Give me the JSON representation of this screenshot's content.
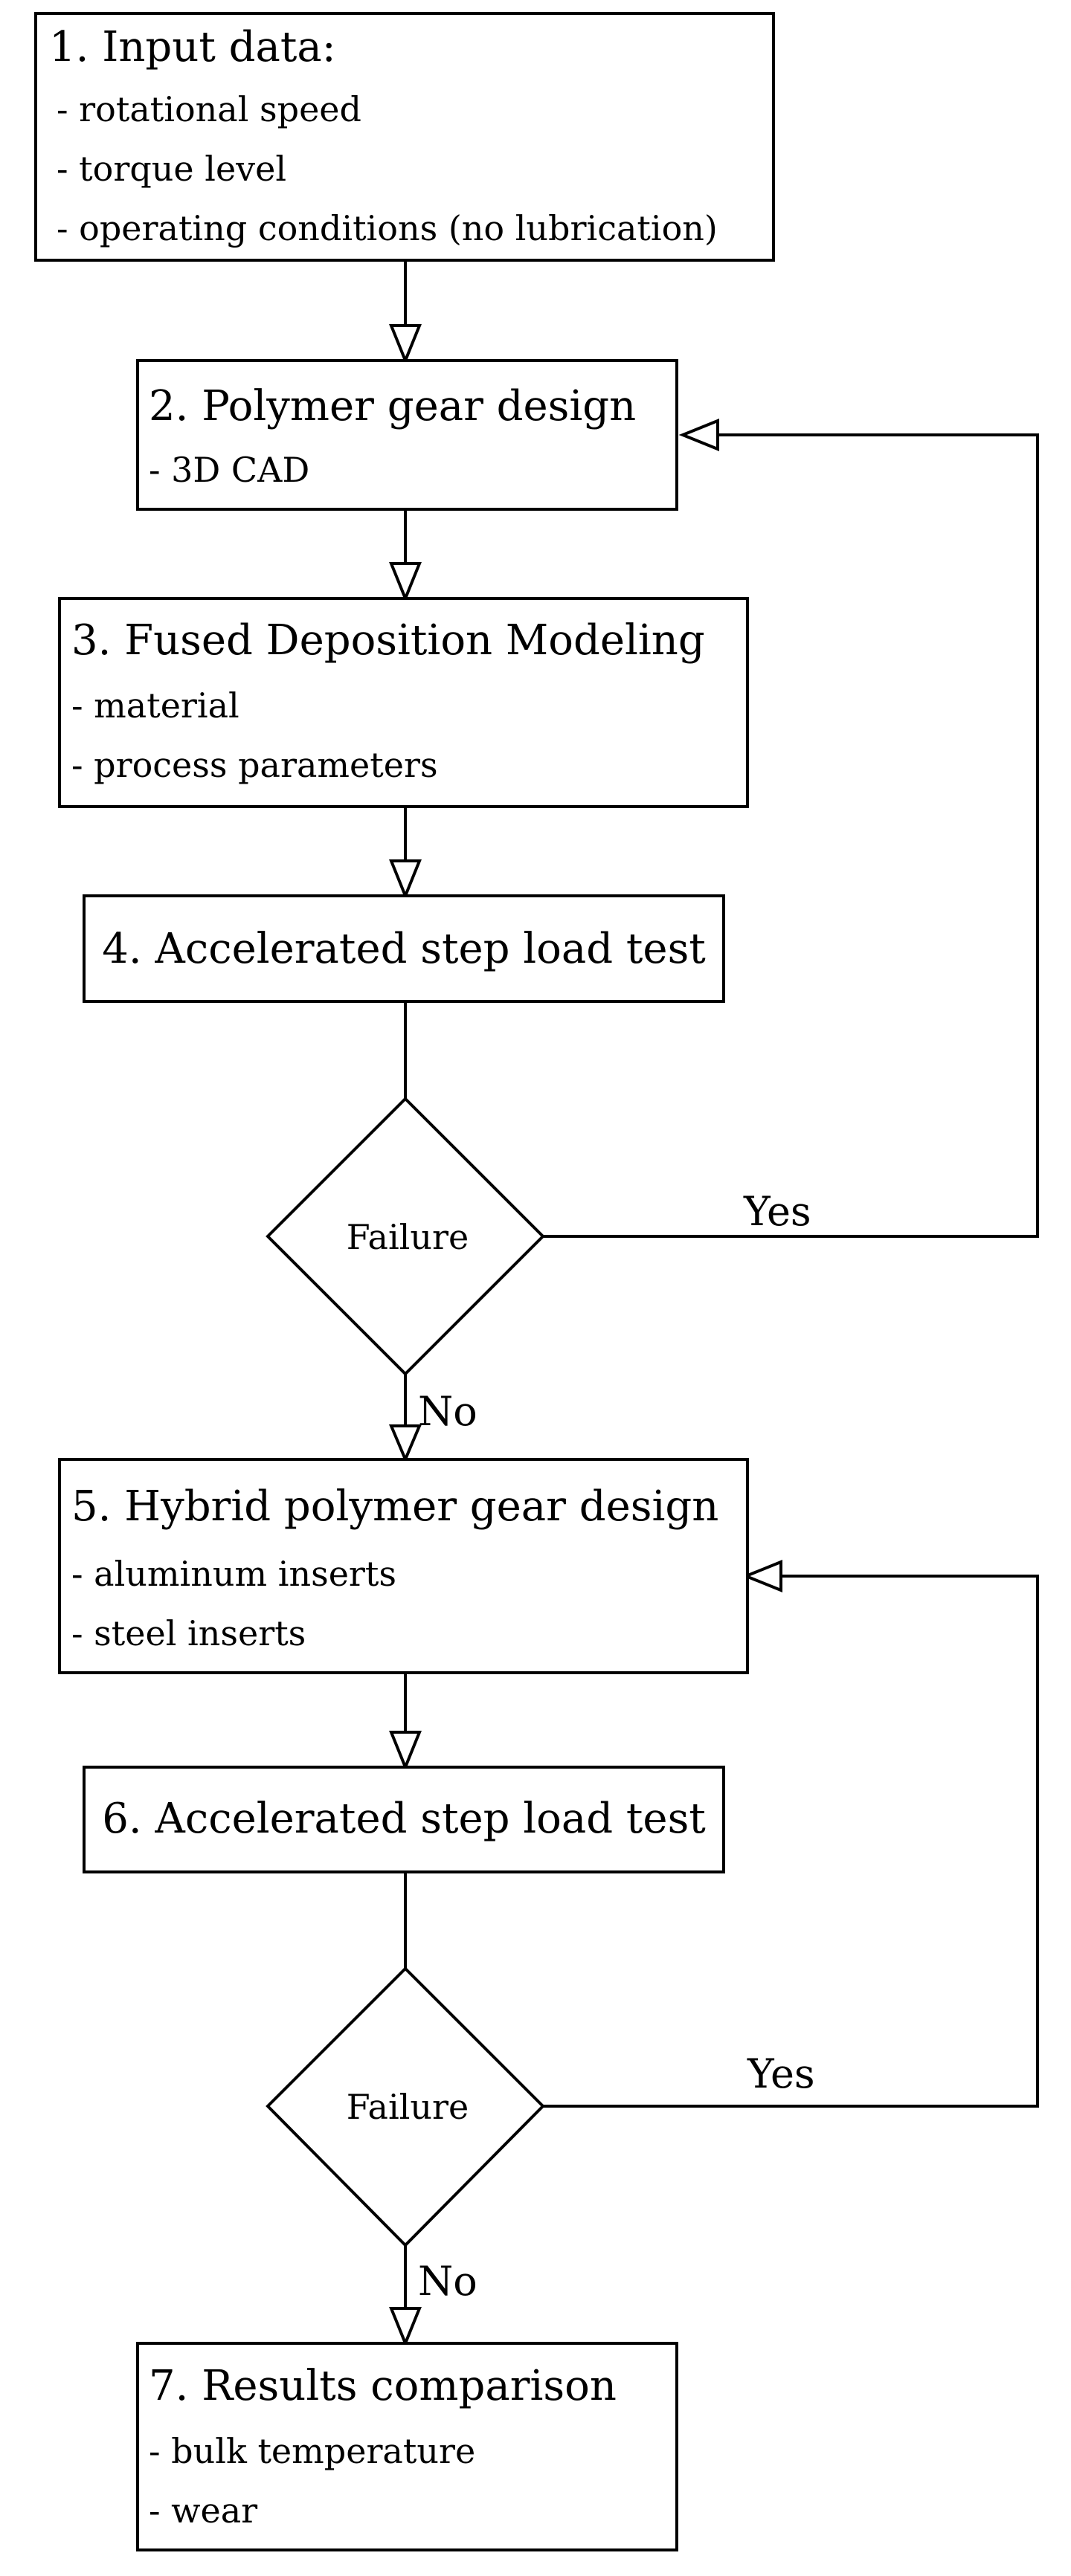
{
  "steps": [
    {
      "title": "1. Input data:",
      "items": [
        "- rotational speed",
        "- torque level",
        "- operating conditions (no lubrication)"
      ]
    },
    {
      "title": "2. Polymer gear design",
      "items": [
        "- 3D CAD"
      ]
    },
    {
      "title": "3. Fused Deposition Modeling",
      "items": [
        "- material",
        "- process parameters"
      ]
    },
    {
      "title": "4. Accelerated step load test",
      "items": []
    },
    {
      "title": "5. Hybrid polymer gear design",
      "items": [
        "- aluminum inserts",
        "- steel inserts"
      ]
    },
    {
      "title": "6. Accelerated step load test",
      "items": []
    },
    {
      "title": "7. Results comparison",
      "items": [
        "- bulk temperature",
        "- wear"
      ]
    }
  ],
  "decisions": [
    {
      "label": "Failure",
      "yes": "Yes",
      "no": "No"
    },
    {
      "label": "Failure",
      "yes": "Yes",
      "no": "No"
    }
  ]
}
